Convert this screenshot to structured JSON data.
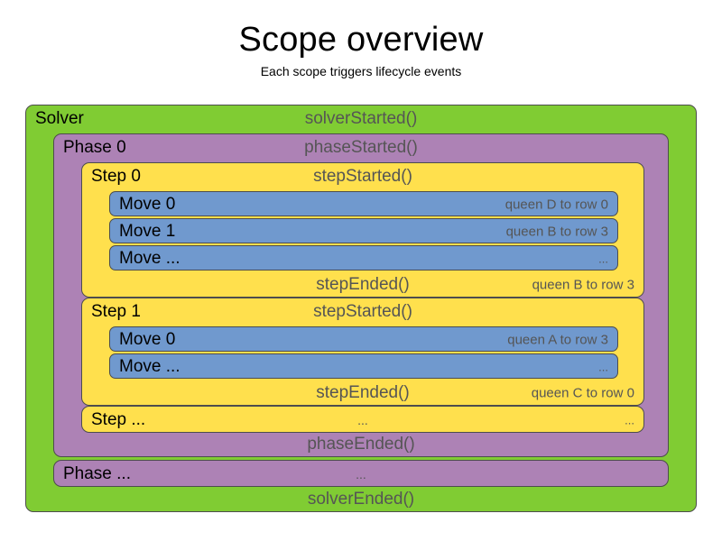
{
  "header": {
    "title": "Scope overview",
    "subtitle": "Each scope triggers lifecycle events"
  },
  "colors": {
    "solver": "#80cc33",
    "phase": "#ad82b5",
    "step": "#ffe04d",
    "move": "#7099ce",
    "border": "#4d4d4d",
    "label_dark": "#000000",
    "label_gray": "#555555",
    "background": "#ffffff"
  },
  "solver": {
    "label": "Solver",
    "started_event": "solverStarted()",
    "ended_event": "solverEnded()",
    "phases": [
      {
        "label": "Phase 0",
        "started_event": "phaseStarted()",
        "ended_event": "phaseEnded()",
        "steps": [
          {
            "label": "Step 0",
            "started_event": "stepStarted()",
            "ended_event": "stepEnded()",
            "ended_value": "queen B to row 3",
            "moves": [
              {
                "label": "Move 0",
                "value": "queen D to row 0"
              },
              {
                "label": "Move 1",
                "value": "queen B to row 3"
              },
              {
                "label": "Move ...",
                "value": "..."
              }
            ]
          },
          {
            "label": "Step 1",
            "started_event": "stepStarted()",
            "ended_event": "stepEnded()",
            "ended_value": "queen C to row 0",
            "moves": [
              {
                "label": "Move 0",
                "value": "queen A to row 3"
              },
              {
                "label": "Move ...",
                "value": "..."
              }
            ]
          },
          {
            "label": "Step ...",
            "started_event": "...",
            "ended_event": "",
            "ended_value": "...",
            "moves": []
          }
        ]
      },
      {
        "label": "Phase ...",
        "started_event": "...",
        "ended_event": "",
        "steps": []
      }
    ]
  }
}
